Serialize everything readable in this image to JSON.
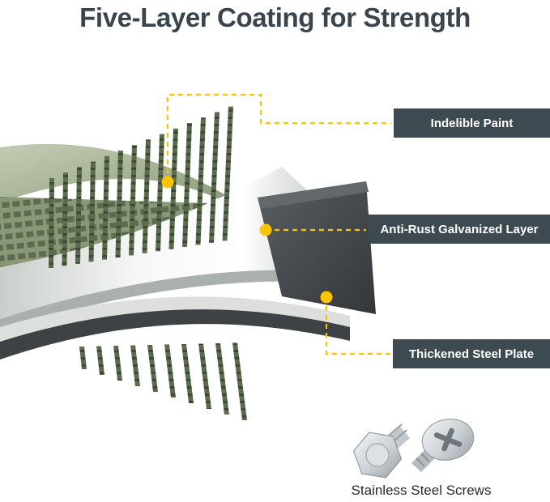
{
  "title": "Five-Layer Coating for Strength",
  "callouts": [
    {
      "id": "indelible-paint",
      "label": "Indelible Paint"
    },
    {
      "id": "anti-rust",
      "label": "Anti-Rust Galvanized Layer"
    },
    {
      "id": "thickened-steel",
      "label": "Thickened Steel Plate"
    }
  ],
  "screws": {
    "caption": "Stainless Steel Screws",
    "left_icon": "hex-head-screw-icon",
    "right_icon": "phillips-head-screw-icon"
  },
  "colors": {
    "accent_yellow": "#FFC400",
    "callout_line_yellow": "#F6C400",
    "label_background": "#3E4A52",
    "label_text": "#FFFFFF",
    "title_text": "#39444D",
    "paint_green": "#93A27F",
    "fin_green_dark": "#4E5B43",
    "galvanized_silver": "#EDEFEC",
    "steel_gray": "#44484B"
  }
}
